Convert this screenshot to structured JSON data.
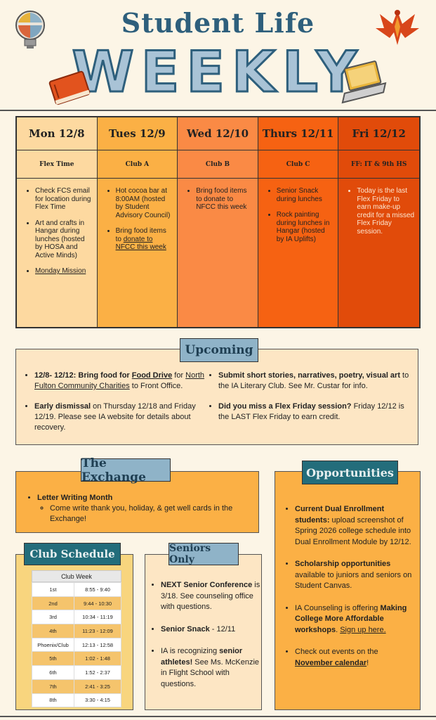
{
  "header": {
    "title_top": "Student Life",
    "title_big": "WEEKLY",
    "icons": [
      "lightbulb-puzzle-icon",
      "book-icon",
      "laptop-icon",
      "phoenix-logo-icon"
    ]
  },
  "week": {
    "days": [
      {
        "day": "Mon 12/8",
        "sub": "Flex Time",
        "items": [
          "Check FCS email for location during Flex Time",
          "Art and crafts in Hangar during lunches (hosted by HOSA and Active Minds)"
        ],
        "link": "Monday Mission"
      },
      {
        "day": "Tues 12/9",
        "sub": "Club A",
        "items": [
          "Hot cocoa bar at 8:00AM (hosted by Student Advisory Council)"
        ],
        "item2_pre": "Bring food items to ",
        "item2_link": "donate to NFCC this week"
      },
      {
        "day": "Wed 12/10",
        "sub": "Club B",
        "items": [
          "Bring food items to donate to NFCC this week"
        ]
      },
      {
        "day": "Thurs 12/11",
        "sub": "Club C",
        "items": [
          "Senior Snack during lunches",
          "Rock painting during lunches in Hangar (hosted by IA Uplifts)"
        ]
      },
      {
        "day": "Fri 12/12",
        "sub": "FF: IT & 9th HS",
        "items": [
          "Today is the last Flex Friday to earn make-up credit for a missed Flex Friday session."
        ]
      }
    ]
  },
  "upcoming": {
    "title": "Upcoming",
    "item1_bold": "12/8- 12/12: Bring food for ",
    "item1_link1": "Food Drive",
    "item1_mid": " for ",
    "item1_link2": "North Fulton Community Charities",
    "item1_end": " to Front Office.",
    "item2_bold": "Early dismissal",
    "item2_rest": " on Thursday 12/18 and Friday 12/19. Please see IA website for details about recovery.",
    "item3_bold": "Submit short stories, narratives, poetry, visual art",
    "item3_rest": " to the IA Literary Club. See Mr. Custar for info.",
    "item4_bold": "Did you miss a Flex Friday session?",
    "item4_rest": " Friday 12/12 is the LAST Flex Friday to earn credit."
  },
  "exchange": {
    "title": "The Exchange",
    "item": "Letter Writing Month",
    "subitem": "Come write thank you, holiday, & get well cards in the Exchange!"
  },
  "opportunities": {
    "title": "Opportunities",
    "item1_bold": "Current Dual Enrollment students:",
    "item1_rest": "  upload screenshot of Spring 2026 college schedule into Dual Enrollment Module by 12/12.",
    "item2_bold": "Scholarship opportunities",
    "item2_rest": " available to juniors and seniors on Student Canvas.",
    "item3_pre": "IA Counseling is offering ",
    "item3_bold": "Making College More Affordable workshops",
    "item3_link": "Sign up here.",
    "item4_pre": "Check out events on the ",
    "item4_link": "November calendar",
    "item4_end": "!"
  },
  "club_schedule": {
    "title": "Club Schedule",
    "table_caption": "Club Week",
    "rows": [
      {
        "period": "1st",
        "time": "8:55 - 9:40"
      },
      {
        "period": "2nd",
        "time": "9:44 - 10:30"
      },
      {
        "period": "3rd",
        "time": "10:34 - 11:19"
      },
      {
        "period": "4th",
        "time": "11:23 - 12:09"
      },
      {
        "period": "Phoenix/Club",
        "time": "12:13 - 12:58"
      },
      {
        "period": "5th",
        "time": "1:02 - 1:48"
      },
      {
        "period": "6th",
        "time": "1:52 - 2:37"
      },
      {
        "period": "7th",
        "time": "2:41 - 3:25"
      },
      {
        "period": "8th",
        "time": "3:30 - 4:15"
      }
    ]
  },
  "seniors": {
    "title": "Seniors Only",
    "item1_bold": "NEXT Senior Conference",
    "item1_rest": " is 3/18. See counseling office with questions.",
    "item2_bold": "Senior Snack",
    "item2_rest": " - 12/11",
    "item3_pre": "IA is recognizing ",
    "item3_bold": "senior athletes!",
    "item3_rest": " See Ms. McKenzie in Flight School with questions."
  }
}
